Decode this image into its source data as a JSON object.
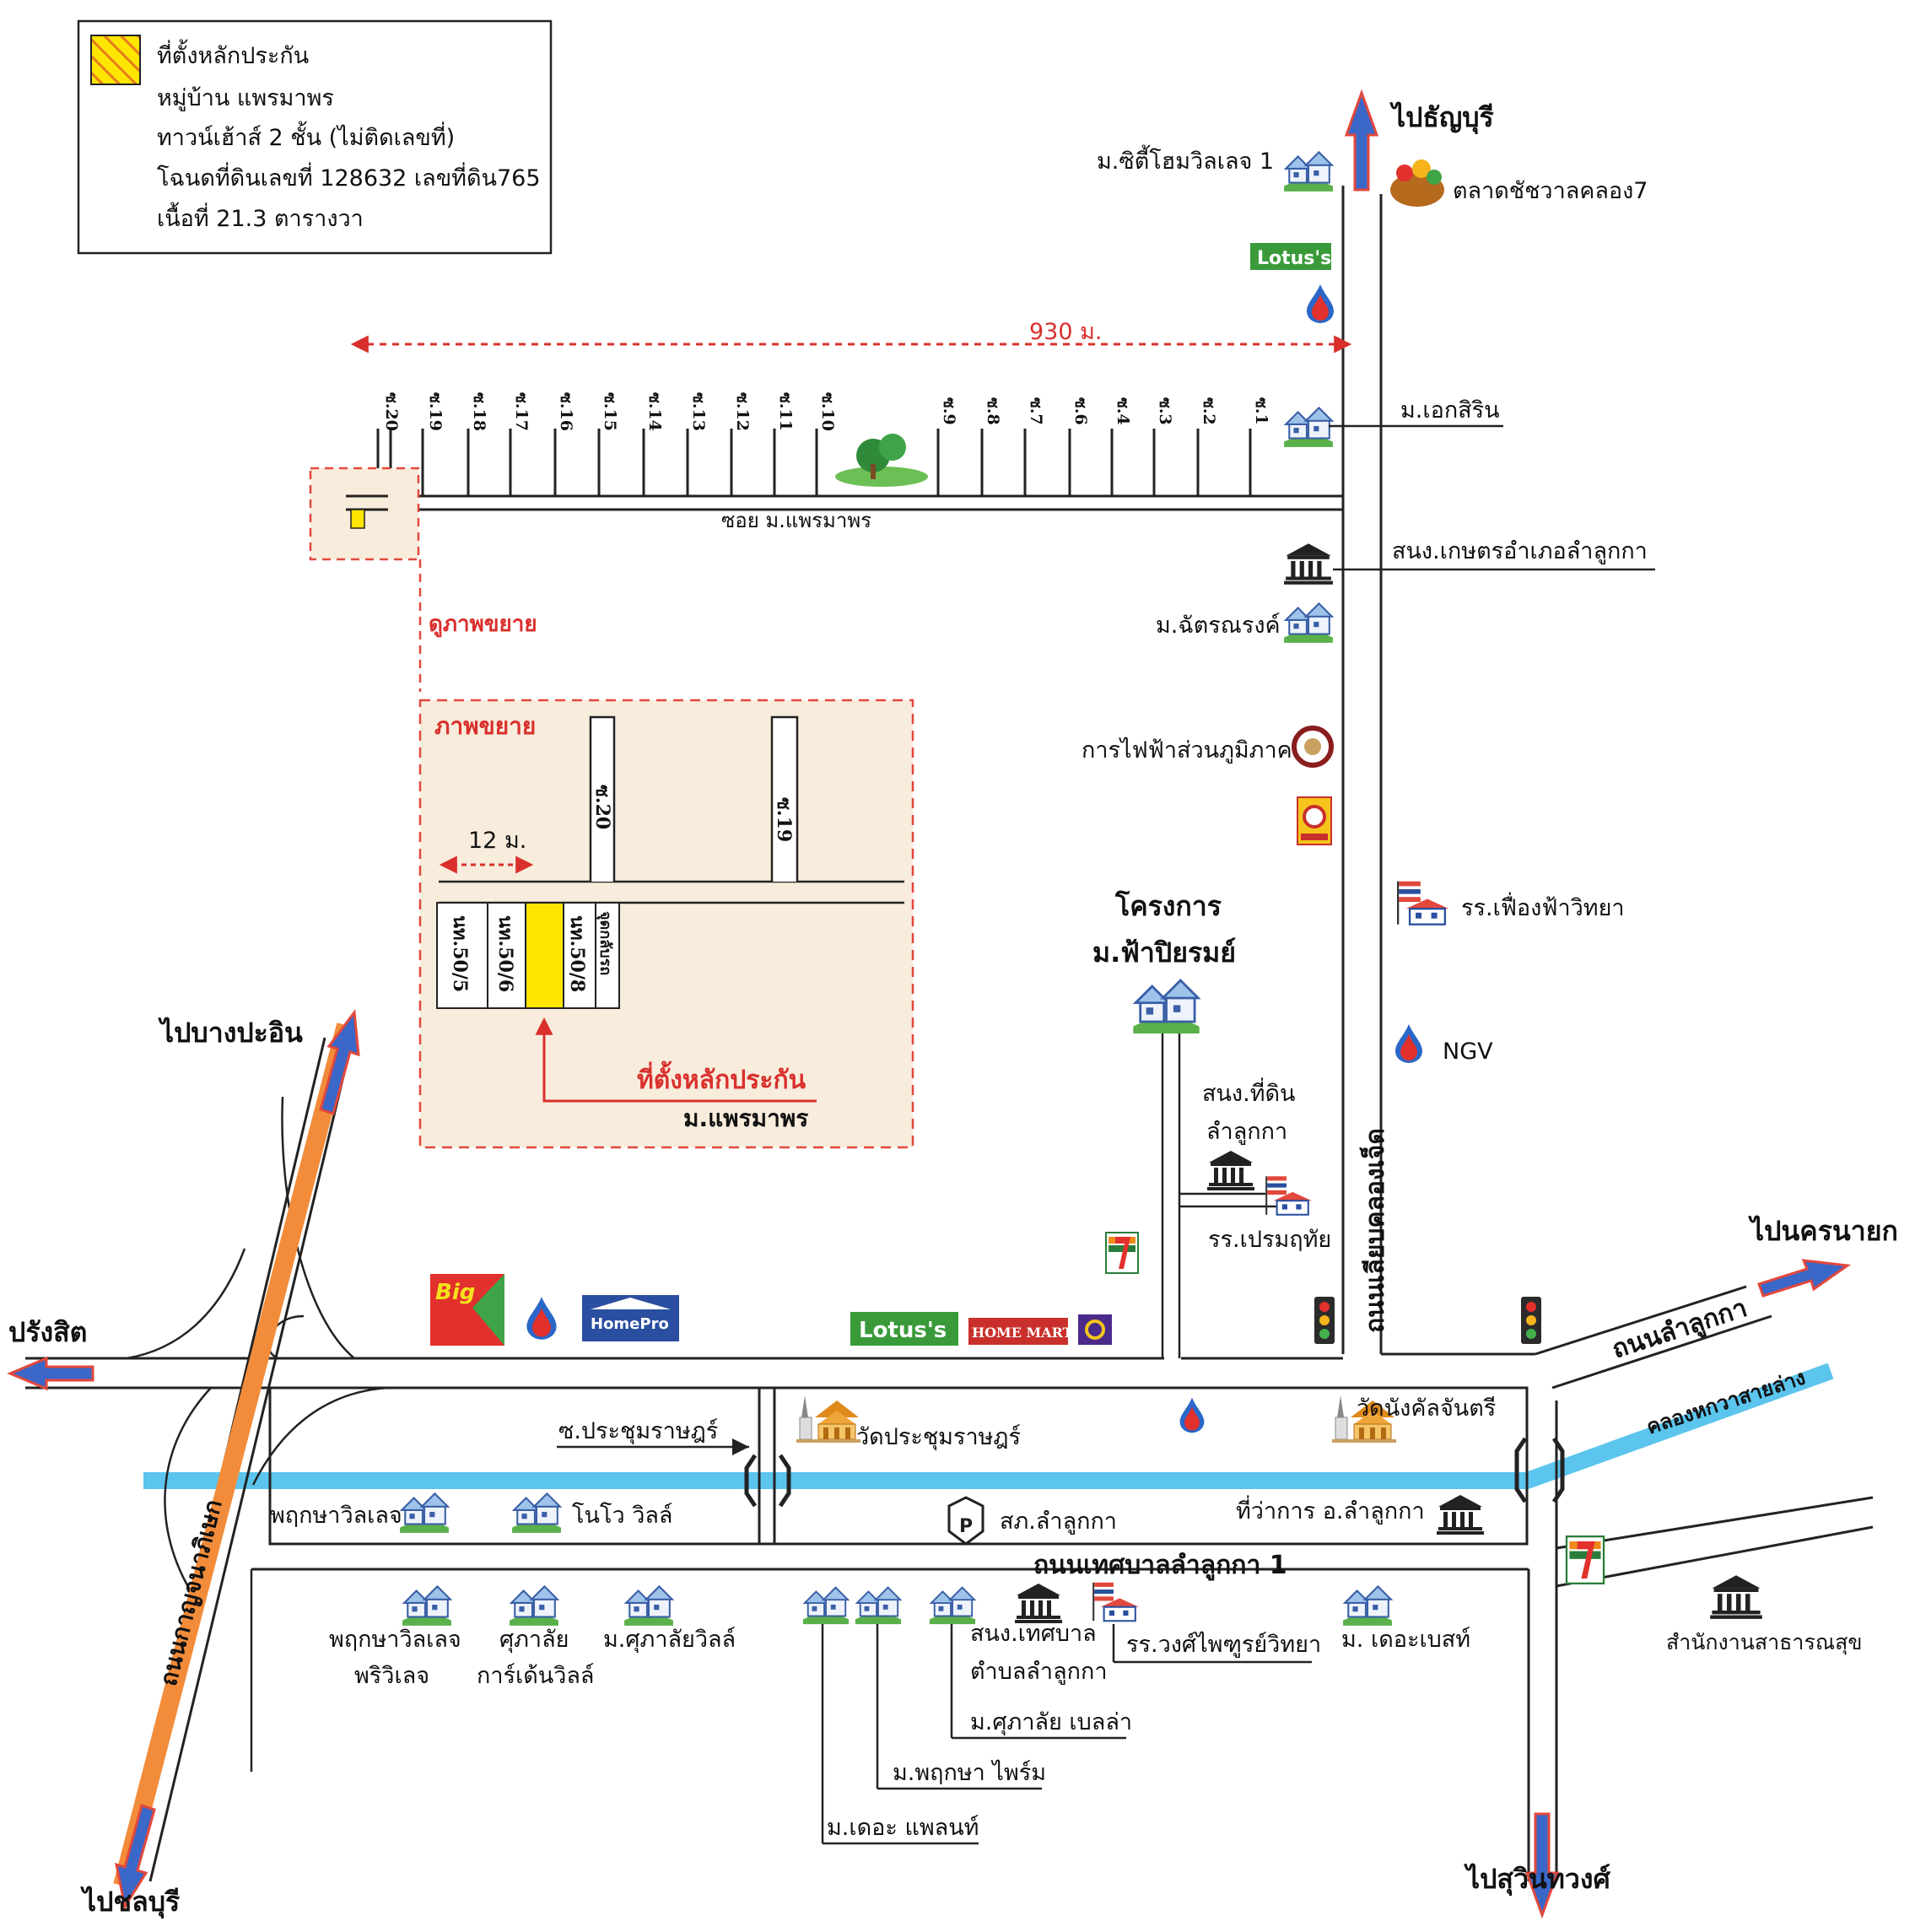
{
  "legend": {
    "lines": [
      "ที่ตั้งหลักประกัน",
      "หมู่บ้าน  แพรมาพร",
      "ทาวน์เฮ้าส์ 2 ชั้น (ไม่ติดเลขที่)",
      "โฉนดที่ดินเลขที่ 128632 เลขที่ดิน765",
      "เนื้อที่ 21.3 ตารางวา"
    ]
  },
  "directions": {
    "north": "ไปธัญบุรี",
    "west": "ปรังสิต",
    "northwest": "ไปบางปะอิน",
    "southwest": "ไปชลบุรี",
    "east": "ไปนครนายก",
    "south": "ไปสุวินทวงศ์"
  },
  "distance": {
    "label": "930 ม."
  },
  "sois": {
    "left": [
      "ซ.20",
      "ซ.19",
      "ซ.18",
      "ซ.17",
      "ซ.16",
      "ซ.15",
      "ซ.14",
      "ซ.13",
      "ซ.12",
      "ซ.11",
      "ซ.10"
    ],
    "right": [
      "ซ.9",
      "ซ.8",
      "ซ.7",
      "ซ.6",
      "ซ.4",
      "ซ.3",
      "ซ.2",
      "ซ.1"
    ]
  },
  "roads": {
    "soi_main": "ซอย ม.แพรมาพร",
    "canal_road": "ถนนเลียบคลองเจ็ด",
    "lamlukka": "ถนนลำลูกกา",
    "kanchana": "ถนนกาญจนาภิเษก",
    "thesaban": "ถนนเทศบาลลำลูกกา 1",
    "canal": "คลองหกวาสายล่าง",
    "prachum_soi": "ซ.ประชุมราษฎร์"
  },
  "inset": {
    "title": "ภาพขยาย",
    "see_label": "ดูภาพขยาย",
    "width_label": "12 ม.",
    "soi_a": "ซ.20",
    "soi_b": "ซ.19",
    "lots": [
      "นท.50/5",
      "นท.50/6",
      "นท.50/8",
      "จุดกลับรถ"
    ],
    "target_label": "ที่ตั้งหลักประกัน",
    "village_label": "ม.แพรมาพร"
  },
  "places": {
    "city_home": "ม.ซิตี้โฮมวิลเลจ 1",
    "market": "ตลาดชัชวาลคลอง7",
    "lotus_top": "Lotus's",
    "ekasirin": "ม.เอกสิริน",
    "agri": "สนง.เกษตรอำเภอลำลูกกา",
    "chatron": "ม.ฉัตรณรงค์",
    "pea": "การไฟฟ้าส่วนภูมิภาค",
    "fah_project_1": "โครงการ",
    "fah_project_2": "ม.ฟ้าปิยรมย์",
    "fueng_school": "รร.เฟื่องฟ้าวิทยา",
    "ngv": "NGV",
    "land_office_1": "สนง.ที่ดิน",
    "land_office_2": "ลำลูกกา",
    "prem_school": "รร.เปรมฤทัย",
    "big_c": "Big",
    "homepro": "HomePro",
    "lotus_main": "Lotus's",
    "homemart": "HOME MART",
    "wat_prachum": "วัดประชุมราษฎร์",
    "wat_nang": "วัดนังคัลจันตรี",
    "police": "สภ.ลำลูกกา",
    "district_office": "ที่ว่าการ อ.ลำลูกกา",
    "pruksa_village": "พฤกษาวิลเลจ",
    "novo_ville": "โนโว วิลล์",
    "pruksa_privillage_1": "พฤกษาวิลเลจ",
    "pruksa_privillage_2": "พริวิเลจ",
    "supalai_garden_1": "ศุภาลัย",
    "supalai_garden_2": "การ์เด้นวิลล์",
    "supalai_ville": "ม.ศุภาลัยวิลล์",
    "municipal_1": "สนง.เทศบาล",
    "municipal_2": "ตำบลลำลูกกา",
    "wongpai_school": "รร.วงศ์ไพฑูรย์วิทยา",
    "the_best": "ม. เดอะเบสท์",
    "public_health": "สำนักงานสาธารณสุข",
    "supalai_bella": "ม.ศุภาลัย เบลล่า",
    "pruksa_prime": "ม.พฤกษา ไพร์ม",
    "the_plant": "ม.เดอะ แพลนท์"
  },
  "colors": {
    "road": "#222222",
    "canal": "#5bc5ee",
    "highway": "#f28c3a",
    "arrow_blue": "#3a67c8",
    "arrow_red": "#e2483c",
    "inset_bg": "#f8ecdc",
    "inset_border": "#e2483c",
    "collateral": "#ffe600",
    "label_red": "#d9302c"
  }
}
